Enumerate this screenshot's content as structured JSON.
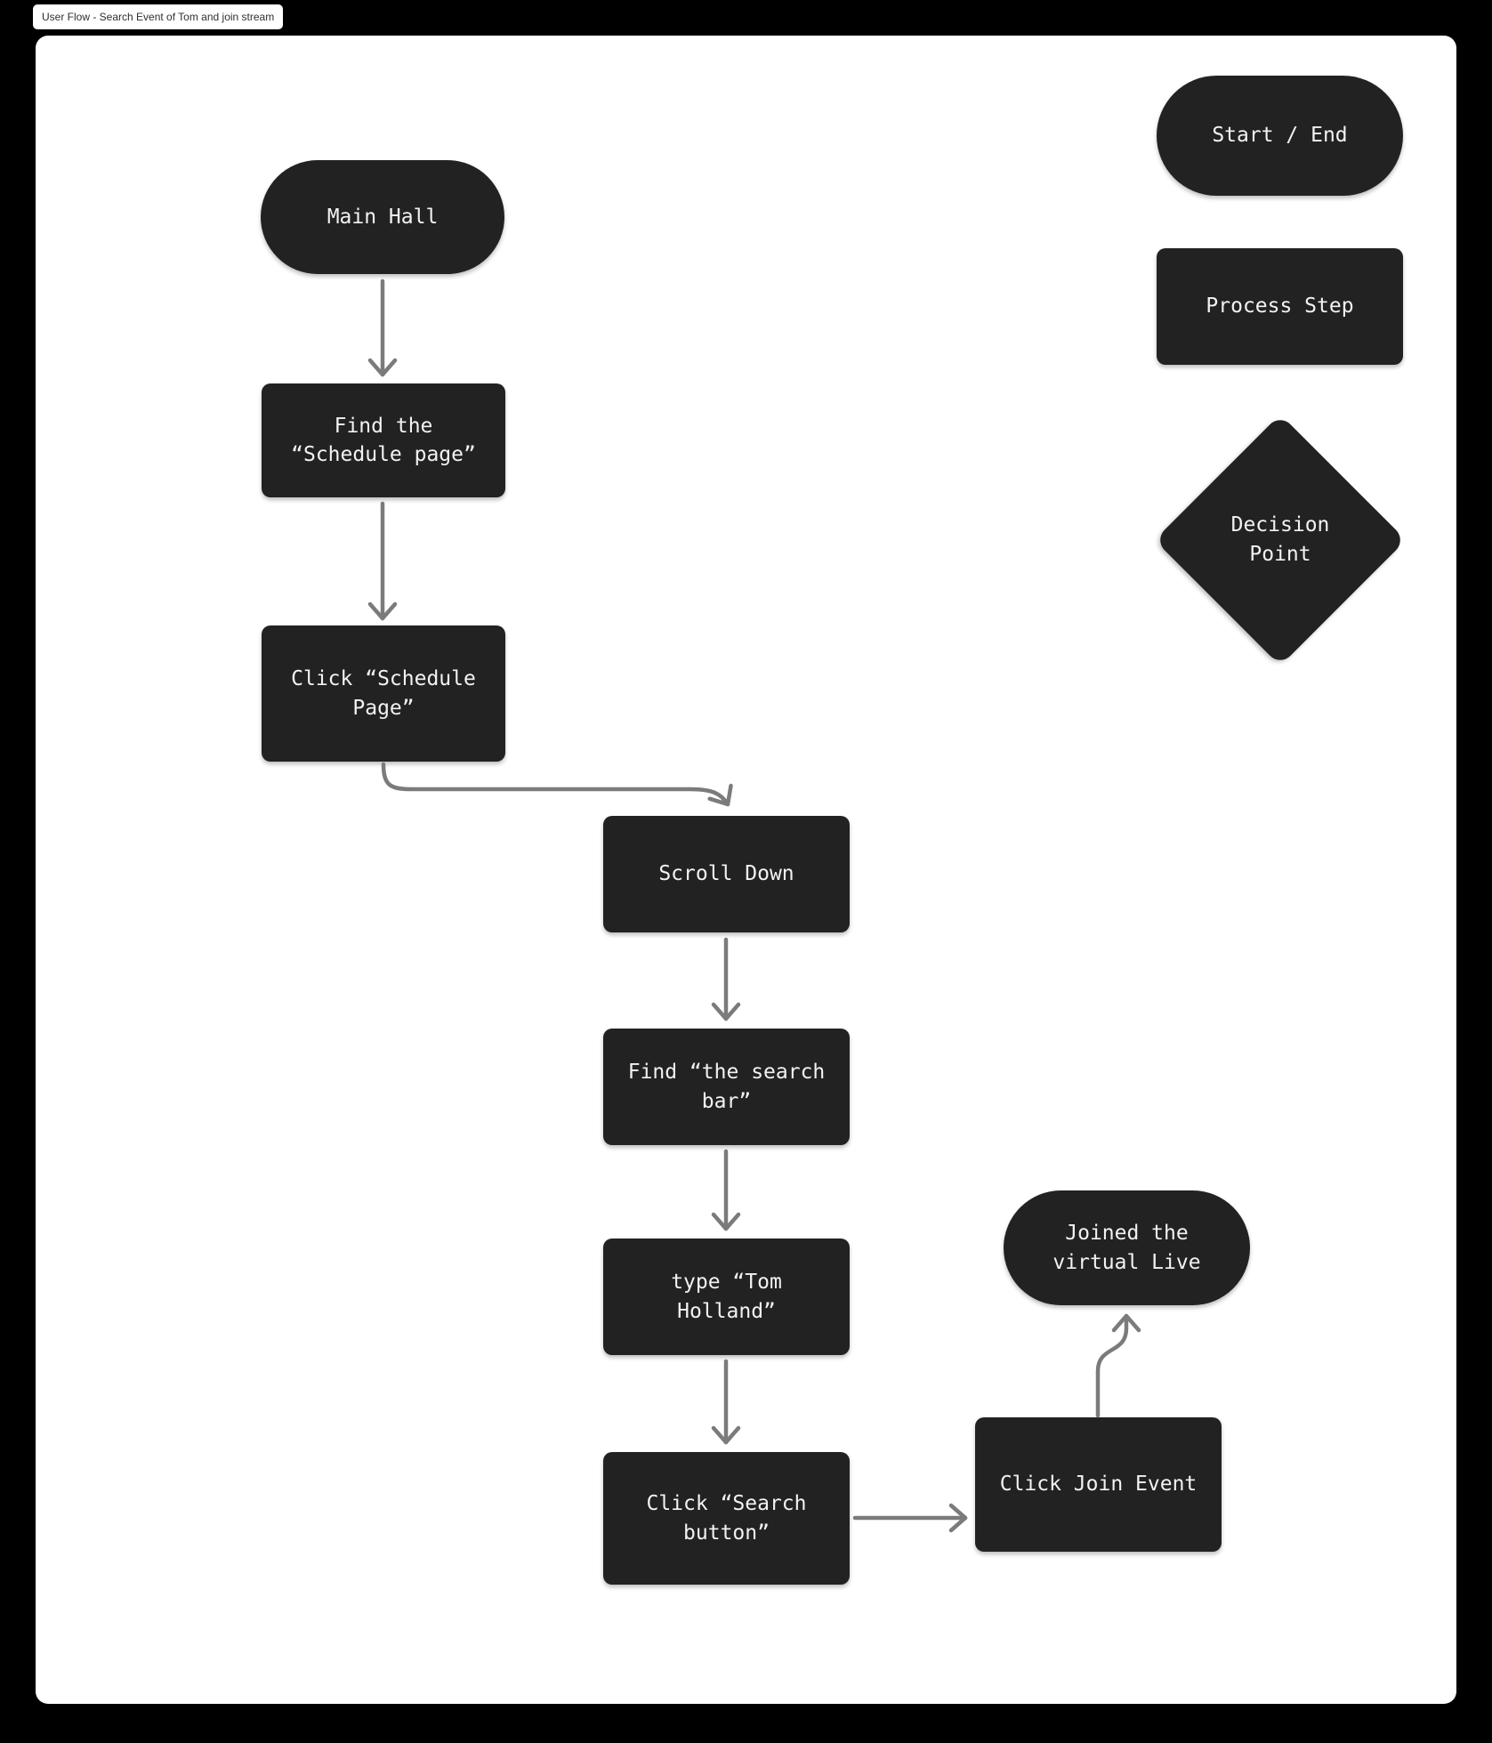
{
  "frame_tab": {
    "title": "User Flow - Search Event of Tom and join stream"
  },
  "flow": {
    "nodes": {
      "main_hall": {
        "label": "Main Hall",
        "shape": "start-end-pill"
      },
      "find_schedule_page": {
        "label": "Find the “Schedule page”",
        "shape": "process-rect"
      },
      "click_schedule_page": {
        "label": "Click “Schedule Page”",
        "shape": "process-rect"
      },
      "scroll_down": {
        "label": "Scroll Down",
        "shape": "process-rect"
      },
      "find_search_bar": {
        "label": "Find “the search bar”",
        "shape": "process-rect"
      },
      "type_tom_holland": {
        "label": "type “Tom Holland”",
        "shape": "process-rect"
      },
      "click_search_button": {
        "label": "Click “Search button”",
        "shape": "process-rect"
      },
      "click_join_event": {
        "label": "Click Join Event",
        "shape": "process-rect"
      },
      "joined_virtual_live": {
        "label": "Joined the virtual Live",
        "shape": "start-end-pill"
      }
    },
    "edges": [
      {
        "from": "main_hall",
        "to": "find_schedule_page"
      },
      {
        "from": "find_schedule_page",
        "to": "click_schedule_page"
      },
      {
        "from": "click_schedule_page",
        "to": "scroll_down"
      },
      {
        "from": "scroll_down",
        "to": "find_search_bar"
      },
      {
        "from": "find_search_bar",
        "to": "type_tom_holland"
      },
      {
        "from": "type_tom_holland",
        "to": "click_search_button"
      },
      {
        "from": "click_search_button",
        "to": "click_join_event"
      },
      {
        "from": "click_join_event",
        "to": "joined_virtual_live"
      }
    ]
  },
  "legend": {
    "start_end": "Start / End",
    "process_step": "Process Step",
    "decision_point": "Decision Point"
  },
  "colors": {
    "background": "#000000",
    "canvas": "#ffffff",
    "node_fill": "#222222",
    "node_text": "#f2f2f2",
    "arrow": "#7b7b7b",
    "tab_text": "#2f2f2f"
  }
}
